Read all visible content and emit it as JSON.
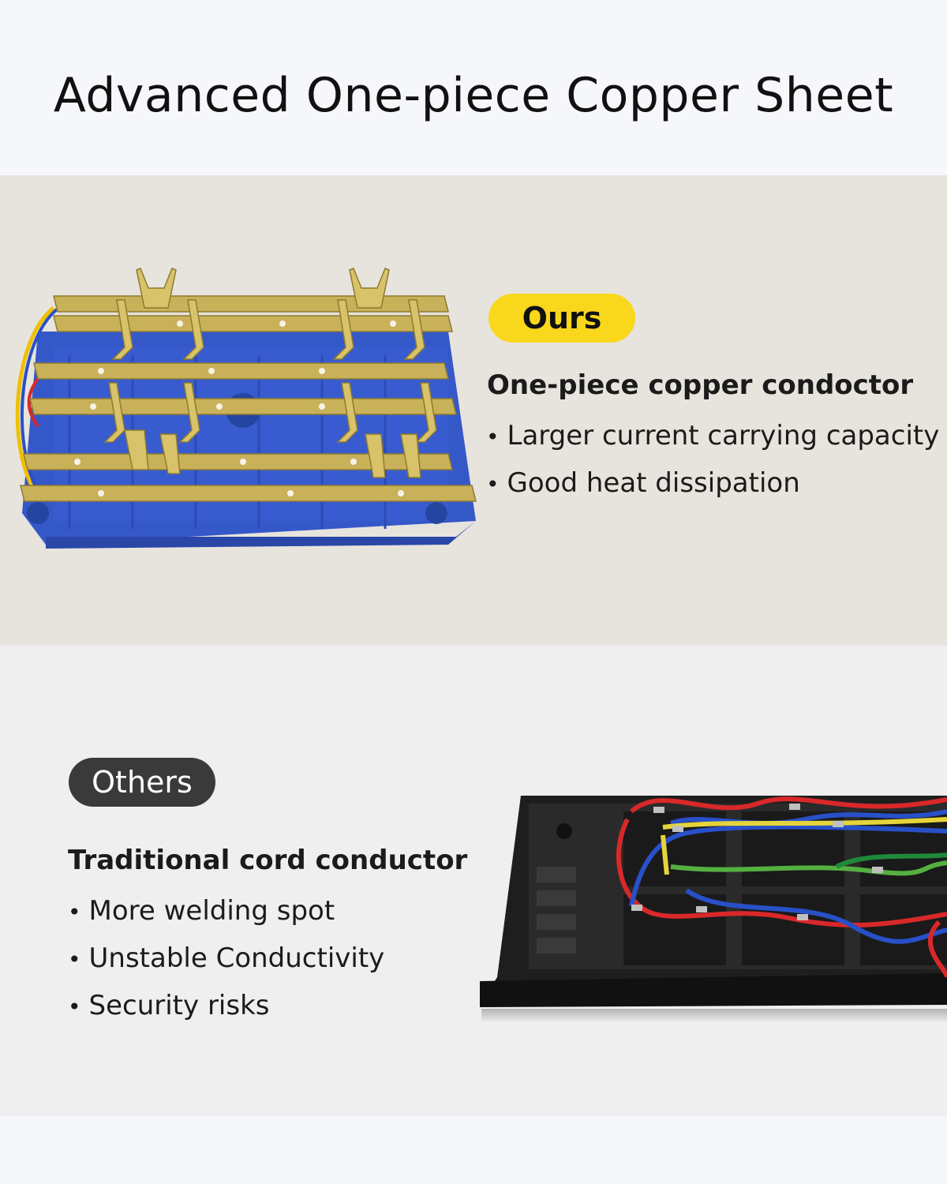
{
  "title": "Advanced One-piece Copper Sheet",
  "ours": {
    "badge": "Ours",
    "heading": "One-piece copper condoctor",
    "bullets": [
      "Larger current carrying capacity",
      "Good heat dissipation"
    ]
  },
  "others": {
    "badge": "Others",
    "heading": "Traditional cord conductor",
    "bullets": [
      "More welding spot",
      "Unstable Conductivity",
      "Security risks"
    ]
  },
  "colors": {
    "badge_ours": "#f9d71c",
    "badge_others": "#3a3a3a",
    "copper": "#c9b15a",
    "housing_blue": "#3558c9",
    "housing_black": "#1e1e1e"
  },
  "icons": [
    "copper-sheet-illustration",
    "wired-strip-illustration"
  ]
}
